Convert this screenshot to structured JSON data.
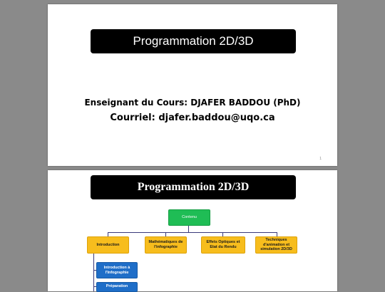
{
  "slide1": {
    "title": "Programmation 2D/3D",
    "teacher": "Enseignant du Cours: DJAFER BADDOU (PhD)",
    "email": "Courriel: djafer.baddou@uqo.ca",
    "page_number": "1"
  },
  "slide2": {
    "title": "Programmation 2D/3D",
    "diagram": {
      "root": "Contenu",
      "branches": [
        "Introduction",
        "Mathématiques de l'infographie",
        "Effets Optiques et Etat du Rendu",
        "Techniques d'animation et simulation 2D/3D"
      ],
      "sub_items": [
        "Introduction à l'Infographie",
        "Préparation"
      ]
    }
  },
  "colors": {
    "background": "#8a8a8a",
    "title_bar": "#000000",
    "root_node": "#1fbd55",
    "branch_node": "#f7bd1d",
    "sub_node": "#1f6ec8",
    "connector": "#3a3a7a"
  }
}
